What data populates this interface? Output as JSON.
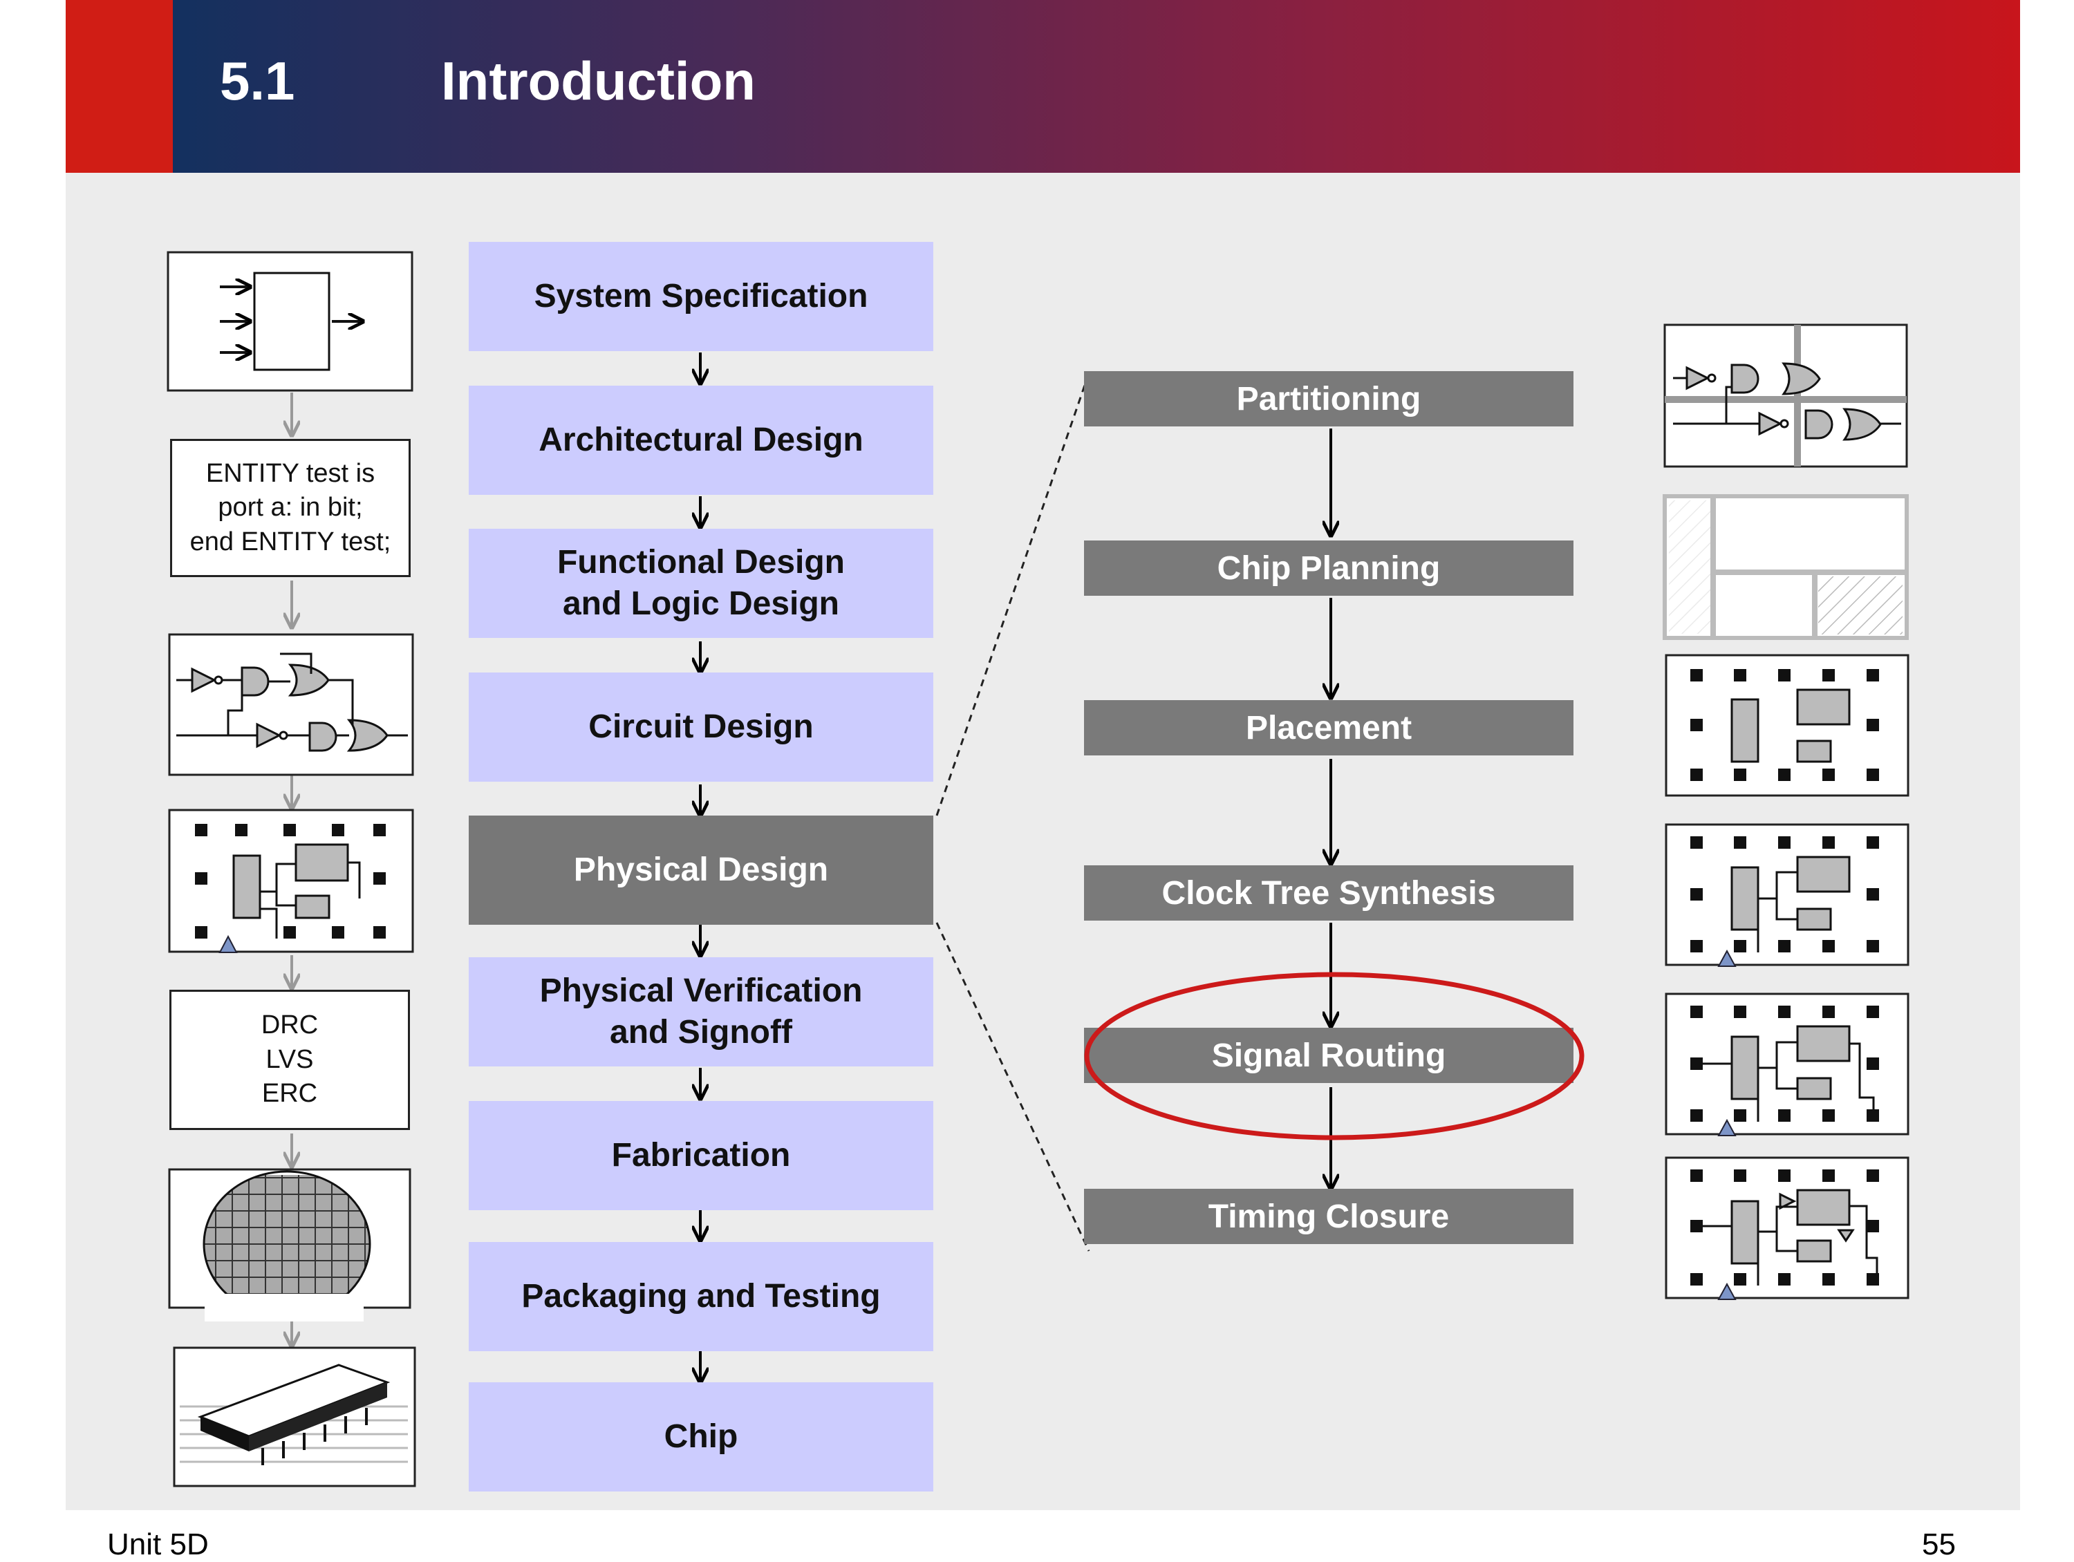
{
  "header": {
    "section_number": "5.1",
    "title": "Introduction"
  },
  "flow": {
    "steps": [
      "System Specification",
      "Architectural Design",
      "Functional Design\nand Logic Design",
      "Circuit Design",
      "Physical Design",
      "Physical Verification\nand Signoff",
      "Fabrication",
      "Packaging and Testing",
      "Chip"
    ],
    "active_step": "Physical Design"
  },
  "physical_design": {
    "steps": [
      "Partitioning",
      "Chip Planning",
      "Placement",
      "Clock Tree Synthesis",
      "Signal Routing",
      "Timing Closure"
    ],
    "highlighted_step": "Signal Routing",
    "highlight_color": "#cc1a1a"
  },
  "left_illustrations": {
    "hdl_code": "ENTITY test is\nport a: in bit;\nend ENTITY test;",
    "verification": "DRC\nLVS\nERC"
  },
  "footer": {
    "unit": "Unit 5D",
    "page": "55"
  }
}
